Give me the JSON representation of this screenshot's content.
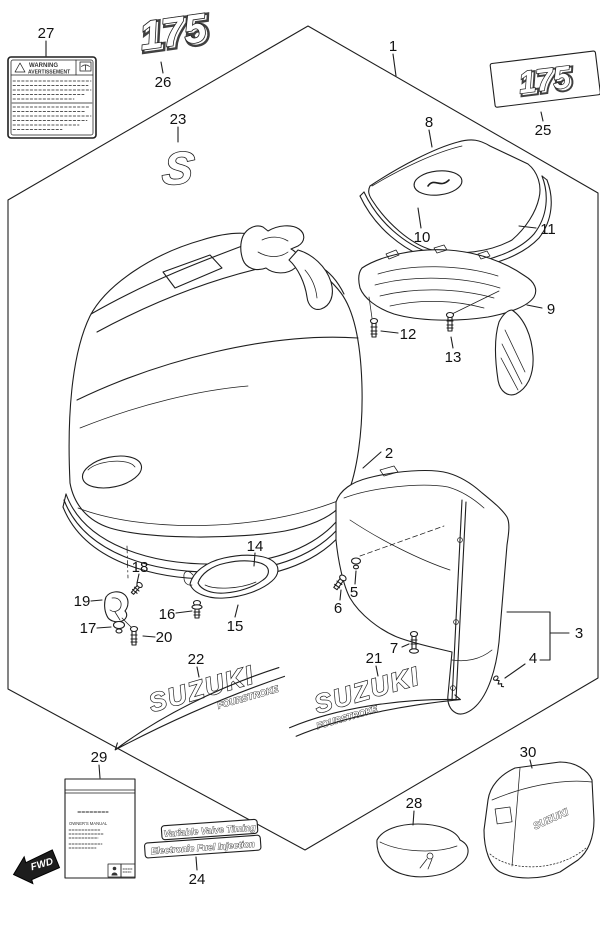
{
  "logos": {
    "model_left": "175",
    "model_right": "175",
    "s_mark": "S"
  },
  "warning_label": {
    "line1": "WARNING",
    "line2": "AVERTISSEMENT"
  },
  "decals": {
    "brand": "SUZUKI",
    "sub_brand": "FOURSTROKE",
    "vvt_line1": "Variable Valve Timing",
    "vvt_line2": "Electronic Fuel Injection"
  },
  "manual": {
    "title": "OWNER'S MANUAL"
  },
  "fwd_marker": "FWD",
  "callouts": {
    "c1": "1",
    "c2": "2",
    "c3": "3",
    "c4": "4",
    "c5": "5",
    "c6": "6",
    "c7": "7",
    "c8": "8",
    "c9": "9",
    "c10": "10",
    "c11": "11",
    "c12": "12",
    "c13": "13",
    "c14": "14",
    "c15": "15",
    "c16": "16",
    "c17": "17",
    "c18": "18",
    "c19": "19",
    "c20": "20",
    "c21": "21",
    "c22": "22",
    "c23": "23",
    "c24": "24",
    "c25": "25",
    "c26": "26",
    "c27": "27",
    "c28": "28",
    "c29": "29",
    "c30": "30"
  }
}
